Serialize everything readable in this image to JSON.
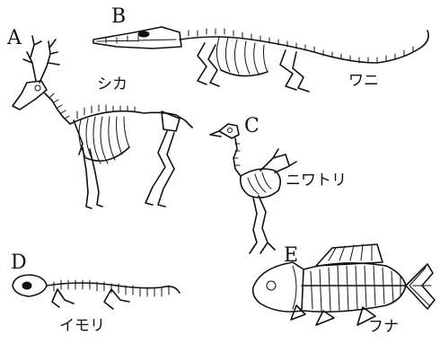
{
  "specimens": [
    {
      "key": "A",
      "letter": "A",
      "name": "シカ"
    },
    {
      "key": "B",
      "letter": "B",
      "name": "ワニ"
    },
    {
      "key": "C",
      "letter": "C",
      "name": "ニワトリ"
    },
    {
      "key": "D",
      "letter": "D",
      "name": "イモリ"
    },
    {
      "key": "E",
      "letter": "E",
      "name": "フナ"
    }
  ]
}
